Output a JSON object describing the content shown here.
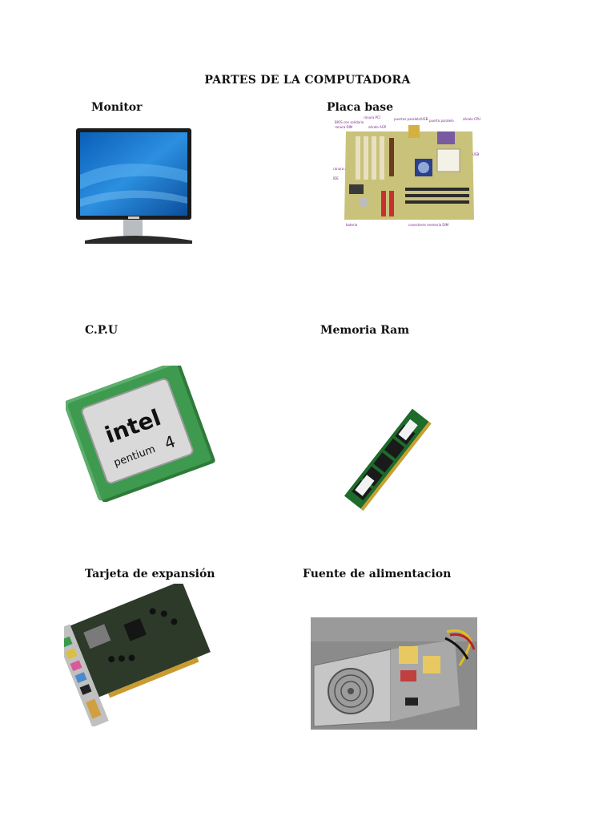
{
  "document": {
    "title": "PARTES DE LA COMPUTADORA"
  },
  "parts": {
    "monitor": {
      "label": "Monitor"
    },
    "motherboard": {
      "label": "Placa base",
      "callouts": [
        "ranura PCI",
        "BIOS con solidario",
        "ranura DIM",
        "zócalo AGP",
        "puertos paralelo/USB",
        "puerto paralelo",
        "zócalo CPU",
        "ranura AMR",
        "IDE",
        "USB",
        "conectores memoria DIM",
        "batería"
      ]
    },
    "cpu": {
      "label": "C.P.U",
      "brand": "intel",
      "model": "pentium",
      "generation": "4"
    },
    "ram": {
      "label": "Memoria Ram"
    },
    "expansion_card": {
      "label": "Tarjeta de expansión"
    },
    "power_supply": {
      "label": "Fuente de alimentacion"
    }
  }
}
